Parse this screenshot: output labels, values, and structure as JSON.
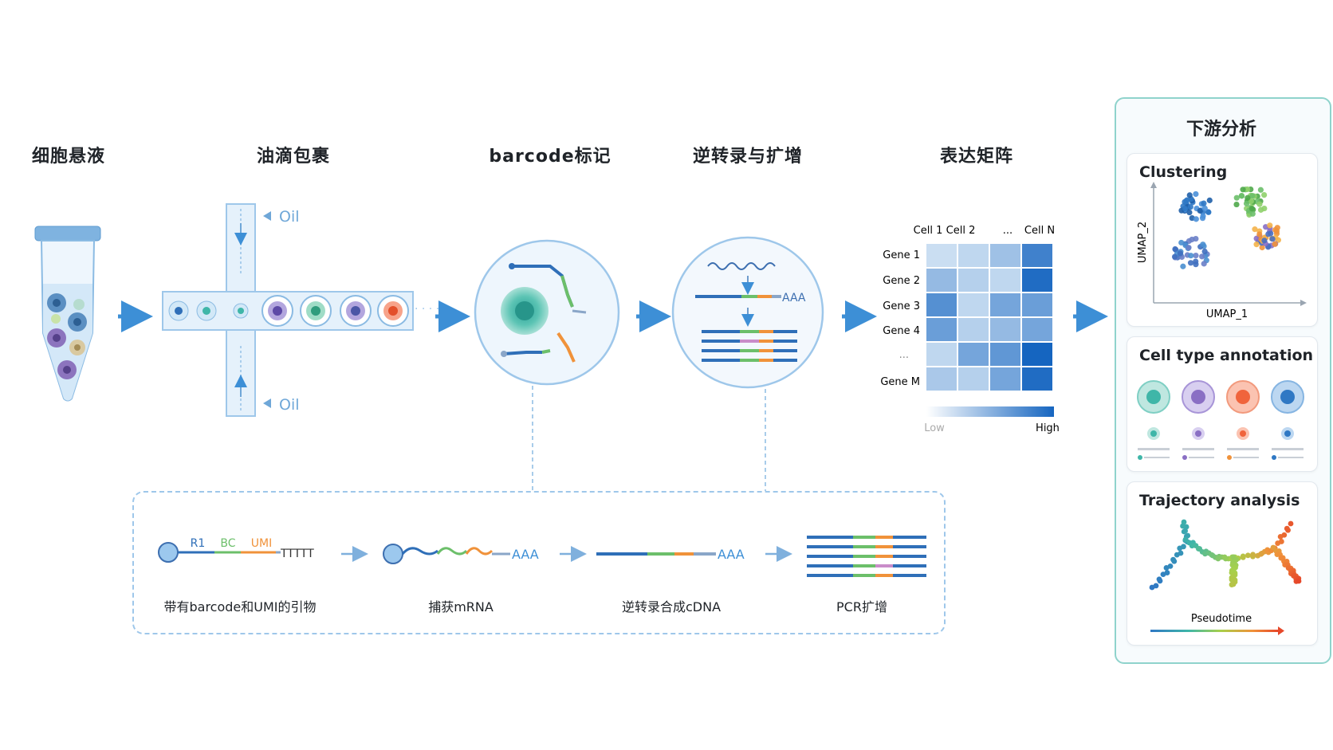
{
  "stages": [
    {
      "title": "细胞悬液"
    },
    {
      "title": "油滴包裹"
    },
    {
      "title": "barcode标记"
    },
    {
      "title": "逆转录与扩增"
    },
    {
      "title": "表达矩阵"
    }
  ],
  "droplet": {
    "oil_top": "Oil",
    "oil_bottom": "Oil"
  },
  "rt": {
    "polyA": "AAA"
  },
  "matrix": {
    "columns": [
      "Cell 1",
      "Cell 2",
      "...",
      "Cell N"
    ],
    "rows": [
      "Gene 1",
      "Gene 2",
      "Gene 3",
      "Gene 4",
      "...",
      "Gene M"
    ],
    "legend_low": "Low",
    "legend_high": "High",
    "values": [
      [
        0.15,
        0.2,
        0.35,
        0.8
      ],
      [
        0.4,
        0.25,
        0.2,
        0.95
      ],
      [
        0.7,
        0.2,
        0.55,
        0.6
      ],
      [
        0.6,
        0.25,
        0.4,
        0.55
      ],
      [
        0.2,
        0.55,
        0.65,
        1.0
      ],
      [
        0.3,
        0.25,
        0.55,
        0.95
      ]
    ]
  },
  "downstream": {
    "title": "下游分析",
    "clustering": {
      "title": "Clustering",
      "xlabel": "UMAP_1",
      "ylabel": "UMAP_2"
    },
    "annotation": {
      "title": "Cell type annotation"
    },
    "trajectory": {
      "title": "Trajectory analysis",
      "axis": "Pseudotime"
    }
  },
  "detail": {
    "steps": [
      {
        "label": "带有barcode和UMI的引物"
      },
      {
        "label": "捕获mRNA"
      },
      {
        "label": "逆转录合成cDNA"
      },
      {
        "label": "PCR扩增"
      }
    ],
    "primer": {
      "r1": "R1",
      "bc": "BC",
      "umi": "UMI",
      "polyT": "TTTTT"
    },
    "polyA": "AAA"
  },
  "colors": {
    "arrow": "#3d8fd6",
    "r1": "#2f6fb8",
    "bc": "#6cbf6a",
    "umi": "#f0923a",
    "teal": "#3fb6a8",
    "purple": "#8a6fc4",
    "orange": "#f0643c",
    "blue": "#2f78c4"
  }
}
